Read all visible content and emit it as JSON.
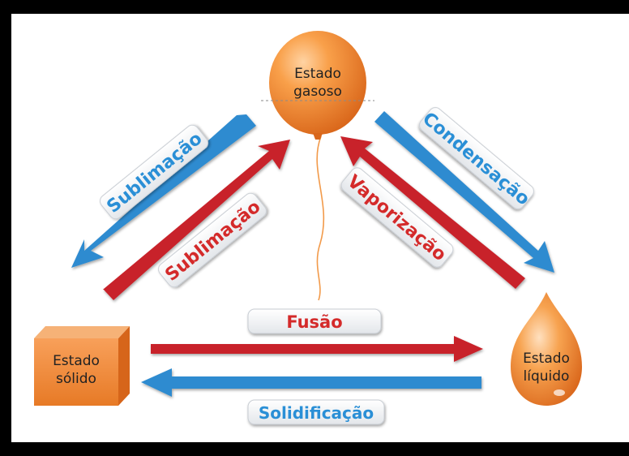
{
  "states": {
    "gas": [
      "Estado",
      "gasoso"
    ],
    "solid": [
      "Estado",
      "sólido"
    ],
    "liquid": [
      "Estado",
      "líquido"
    ]
  },
  "transitions": {
    "sublimation_down": "Sublimação",
    "sublimation_up": "Sublimação",
    "condensation": "Condensação",
    "vaporization": "Vaporização",
    "fusion": "Fusão",
    "solidification": "Solidificação"
  },
  "colors": {
    "frame": "#000000",
    "background": "#ffffff",
    "red_arrow": "#c8242b",
    "blue_arrow": "#2d8bd0",
    "label_red_text": "#d42a2a",
    "label_blue_text": "#2a8fd6",
    "balloon": "#f28a2c",
    "cube": "#f0822a",
    "drop": "#f08a2c"
  },
  "icons": {
    "gas": "balloon-icon",
    "solid": "cube-icon",
    "liquid": "drop-icon"
  }
}
